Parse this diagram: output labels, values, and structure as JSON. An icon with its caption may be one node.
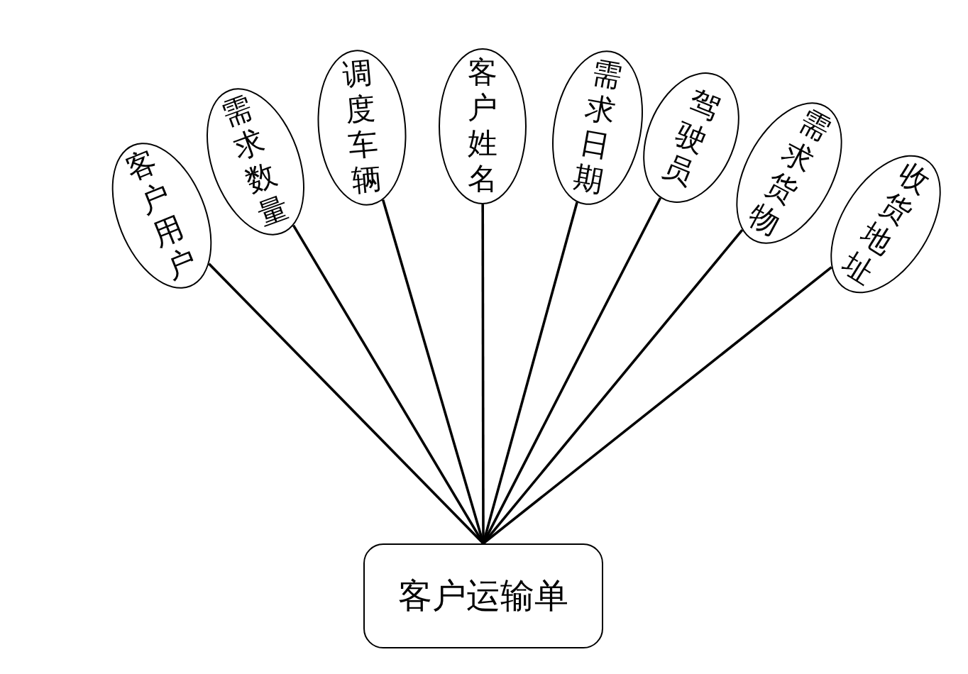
{
  "diagram": {
    "nodes": [
      {
        "text": [
          "客户运输单"
        ]
      },
      {
        "text": [
          "客户用户"
        ]
      },
      {
        "text": [
          "需求数量"
        ]
      },
      {
        "text": [
          "调度车辆"
        ]
      },
      {
        "text": [
          "客户姓名"
        ]
      },
      {
        "text": [
          "需求日期"
        ]
      },
      {
        "text": [
          "驾驶员"
        ]
      },
      {
        "text": [
          "需求货物"
        ]
      },
      {
        "text": [
          "收货地址"
        ]
      }
    ],
    "edges": [
      {
        "from": 1,
        "to": 0,
        "arrow": "none"
      },
      {
        "from": 2,
        "to": 0,
        "arrow": "none"
      },
      {
        "from": 3,
        "to": 0,
        "arrow": "none"
      },
      {
        "from": 4,
        "to": 0,
        "arrow": "none"
      },
      {
        "from": 5,
        "to": 0,
        "arrow": "none"
      },
      {
        "from": 6,
        "to": 0,
        "arrow": "none"
      },
      {
        "from": 7,
        "to": 0,
        "arrow": "none"
      },
      {
        "from": 8,
        "to": 0,
        "arrow": "none"
      }
    ]
  }
}
